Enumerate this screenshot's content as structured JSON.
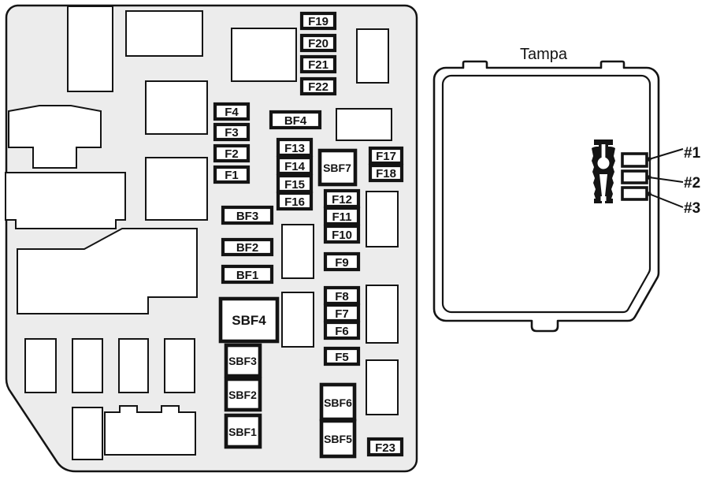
{
  "colors": {
    "box_fill": "#ececec",
    "line": "#141414",
    "shape_fill": "#ffffff",
    "page_bg": "#ffffff"
  },
  "fusebox": {
    "fuses": {
      "f1": "F1",
      "f2": "F2",
      "f3": "F3",
      "f4": "F4",
      "f5": "F5",
      "f6": "F6",
      "f7": "F7",
      "f8": "F8",
      "f9": "F9",
      "f10": "F10",
      "f11": "F11",
      "f12": "F12",
      "f13": "F13",
      "f14": "F14",
      "f15": "F15",
      "f16": "F16",
      "f17": "F17",
      "f18": "F18",
      "f19": "F19",
      "f20": "F20",
      "f21": "F21",
      "f22": "F22",
      "f23": "F23",
      "bf1": "BF1",
      "bf2": "BF2",
      "bf3": "BF3",
      "bf4": "BF4",
      "sbf1": "SBF1",
      "sbf2": "SBF2",
      "sbf3": "SBF3",
      "sbf4": "SBF4",
      "sbf5": "SBF5",
      "sbf6": "SBF6",
      "sbf7": "SBF7"
    }
  },
  "cover": {
    "title": "Tampa",
    "items": {
      "i1": "#1",
      "i2": "#2",
      "i3": "#3"
    }
  }
}
